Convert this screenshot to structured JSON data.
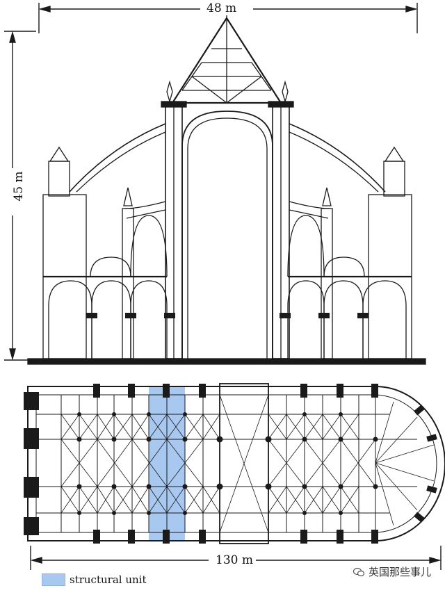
{
  "dimensions": {
    "width_label": "48 m",
    "height_label": "45 m",
    "length_label": "130 m"
  },
  "legend": {
    "label": "structural unit",
    "color": "#a8c8f0"
  },
  "watermark": {
    "text": "英国那些事儿",
    "icon": "chat-bubble-icon"
  },
  "colors": {
    "ink": "#1a1a1a",
    "highlight": "#a8c8f0"
  }
}
